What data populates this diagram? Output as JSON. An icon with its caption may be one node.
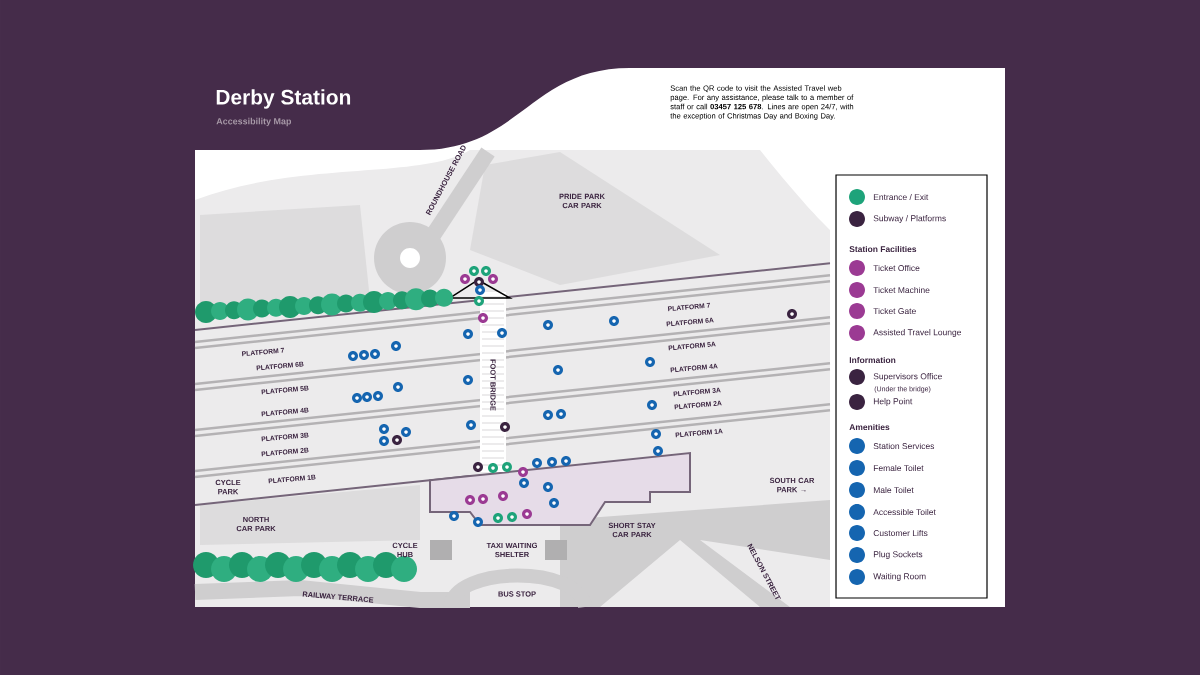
{
  "diagram": {
    "title": "Derby Station",
    "labels": [
      "Accessibility Map",
      "Scan the QR code to visit the Assisted Travel web page. For any assistance, please talk to a member of staff or call **03457 125 678**. Lines are open 24/7, with the exception of Christmas Day and Boxing Day.",
      "ROUNDHOUSE ROAD",
      "PRIDE PARK CAR PARK",
      "PLATFORM 7",
      "PLATFORM 6A",
      "PLATFORM 7",
      "PLATFORM 6B",
      "PLATFORM 5A",
      "PLATFORM 5B",
      "PLATFORM 4A",
      "PLATFORM 4B",
      "FOOT BRIDGE",
      "PLATFORM 3A",
      "PLATFORM 2A",
      "PLATFORM 3B",
      "PLATFORM 2B",
      "PLATFORM 1A",
      "PLATFORM 1B",
      "CYCLE PARK",
      "NORTH CAR PARK",
      "SOUTH CAR PARK →",
      "SHORT STAY CAR PARK",
      "CYCLE HUB",
      "TAXI WAITING SHELTER",
      "NELSON STREET",
      "BUS STOP",
      "RAILWAY TERRACE",
      "Station Facilities",
      "Information",
      "(Under the bridge)",
      "Amenities"
    ],
    "legend": [
      {
        "text": "Entrance / Exit",
        "color": "#1ea37a"
      },
      {
        "text": "Subway / Platforms",
        "color": "#3a2340"
      },
      {
        "text": "Ticket Office",
        "color": "#9b3a93"
      },
      {
        "text": "Ticket Machine",
        "color": "#9b3a93"
      },
      {
        "text": "Ticket Gate",
        "color": "#9b3a93"
      },
      {
        "text": "Assisted Travel Lounge",
        "color": "#9b3a93"
      },
      {
        "text": "Supervisors Office",
        "color": "#3a2340"
      },
      {
        "text": "Help Point",
        "color": "#3a2340"
      },
      {
        "text": "Station Services",
        "color": "#1565b0"
      },
      {
        "text": "Female Toilet",
        "color": "#1565b0"
      },
      {
        "text": "Male Toilet",
        "color": "#1565b0"
      },
      {
        "text": "Accessible Toilet",
        "color": "#1565b0"
      },
      {
        "text": "Customer Lifts",
        "color": "#1565b0"
      },
      {
        "text": "Plug Sockets",
        "color": "#1565b0"
      },
      {
        "text": "Waiting Room",
        "color": "#1565b0"
      }
    ]
  }
}
